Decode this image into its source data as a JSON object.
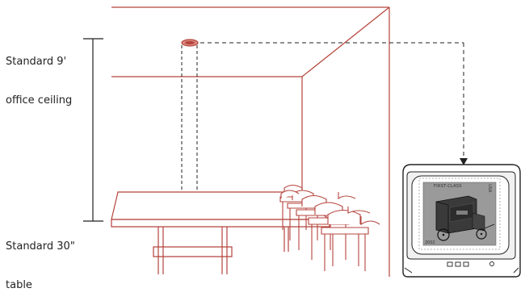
{
  "labels": {
    "ceiling": [
      "Standard 9'",
      "office ceiling"
    ],
    "table": [
      "Standard 30\"",
      "table"
    ]
  },
  "stamp": {
    "top_text": "FIRST-CLASS",
    "side_text": "USA",
    "bottom_text": "2002"
  },
  "colors": {
    "room_line": "#b5443c",
    "camera": "#b5443c",
    "ink": "#222222",
    "tv_body": "#ffffff",
    "tv_screen_bezel": "#e8e8e8",
    "stamp_bg": "#9a9a9a"
  },
  "icons": {
    "camera": "ceiling-mounted-document-camera",
    "tv": "crt-television",
    "stamp": "postage-stamp-mail-wagon"
  }
}
